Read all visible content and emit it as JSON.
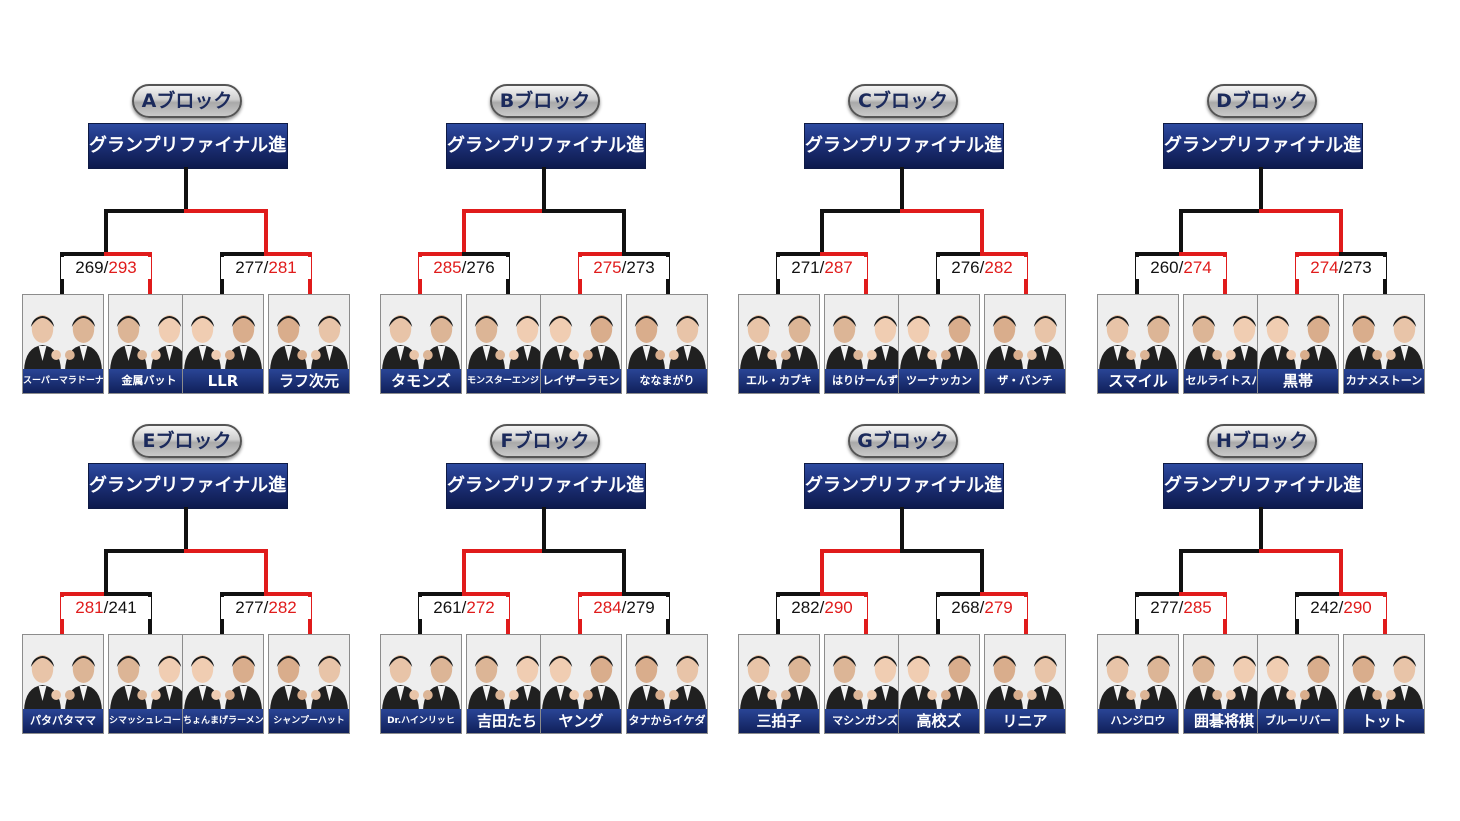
{
  "final_label": "グランプリファイナル進出",
  "colors": {
    "winner": "#e01b1b",
    "loser": "#111111",
    "final_box": "#1b2e74",
    "name_bar": "#1a2f78"
  },
  "blocks": [
    {
      "label": "Aブロック",
      "matches": [
        {
          "score_left": "269",
          "score_right": "293",
          "winner": "right",
          "teams": [
            "スーパーマラドーナ",
            "金属バット"
          ]
        },
        {
          "score_left": "277",
          "score_right": "281",
          "winner": "right",
          "teams": [
            "LLR",
            "ラフ次元"
          ]
        }
      ],
      "final_winner": "right"
    },
    {
      "label": "Bブロック",
      "matches": [
        {
          "score_left": "285",
          "score_right": "276",
          "winner": "left",
          "teams": [
            "タモンズ",
            "モンスターエンジン"
          ]
        },
        {
          "score_left": "275",
          "score_right": "273",
          "winner": "left",
          "teams": [
            "レイザーラモン",
            "ななまがり"
          ]
        }
      ],
      "final_winner": "left"
    },
    {
      "label": "Cブロック",
      "matches": [
        {
          "score_left": "271",
          "score_right": "287",
          "winner": "right",
          "teams": [
            "エル・カブキ",
            "はりけーんず"
          ]
        },
        {
          "score_left": "276",
          "score_right": "282",
          "winner": "right",
          "teams": [
            "ツーナッカン",
            "ザ・パンチ"
          ]
        }
      ],
      "final_winner": "right"
    },
    {
      "label": "Dブロック",
      "matches": [
        {
          "score_left": "260",
          "score_right": "274",
          "winner": "right",
          "teams": [
            "スマイル",
            "セルライトスパ"
          ]
        },
        {
          "score_left": "274",
          "score_right": "273",
          "winner": "left",
          "teams": [
            "黒帯",
            "カナメストーン"
          ]
        }
      ],
      "final_winner": "right"
    },
    {
      "label": "Eブロック",
      "matches": [
        {
          "score_left": "281",
          "score_right": "241",
          "winner": "left",
          "teams": [
            "パタパタママ",
            "シマッシュレコード"
          ]
        },
        {
          "score_left": "277",
          "score_right": "282",
          "winner": "right",
          "teams": [
            "ちょんまげラーメン",
            "シャンプーハット"
          ]
        }
      ],
      "final_winner": "right"
    },
    {
      "label": "Fブロック",
      "matches": [
        {
          "score_left": "261",
          "score_right": "272",
          "winner": "right",
          "teams": [
            "Dr.ハインリッヒ",
            "吉田たち"
          ]
        },
        {
          "score_left": "284",
          "score_right": "279",
          "winner": "left",
          "teams": [
            "ヤング",
            "タナからイケダ"
          ]
        }
      ],
      "final_winner": "left"
    },
    {
      "label": "Gブロック",
      "matches": [
        {
          "score_left": "282",
          "score_right": "290",
          "winner": "right",
          "teams": [
            "三拍子",
            "マシンガンズ"
          ]
        },
        {
          "score_left": "268",
          "score_right": "279",
          "winner": "right",
          "teams": [
            "高校ズ",
            "リニア"
          ]
        }
      ],
      "final_winner": "left"
    },
    {
      "label": "Hブロック",
      "matches": [
        {
          "score_left": "277",
          "score_right": "285",
          "winner": "right",
          "teams": [
            "ハンジロウ",
            "囲碁将棋"
          ]
        },
        {
          "score_left": "242",
          "score_right": "290",
          "winner": "right",
          "teams": [
            "ブルーリバー",
            "トット"
          ]
        }
      ],
      "final_winner": "right"
    }
  ]
}
